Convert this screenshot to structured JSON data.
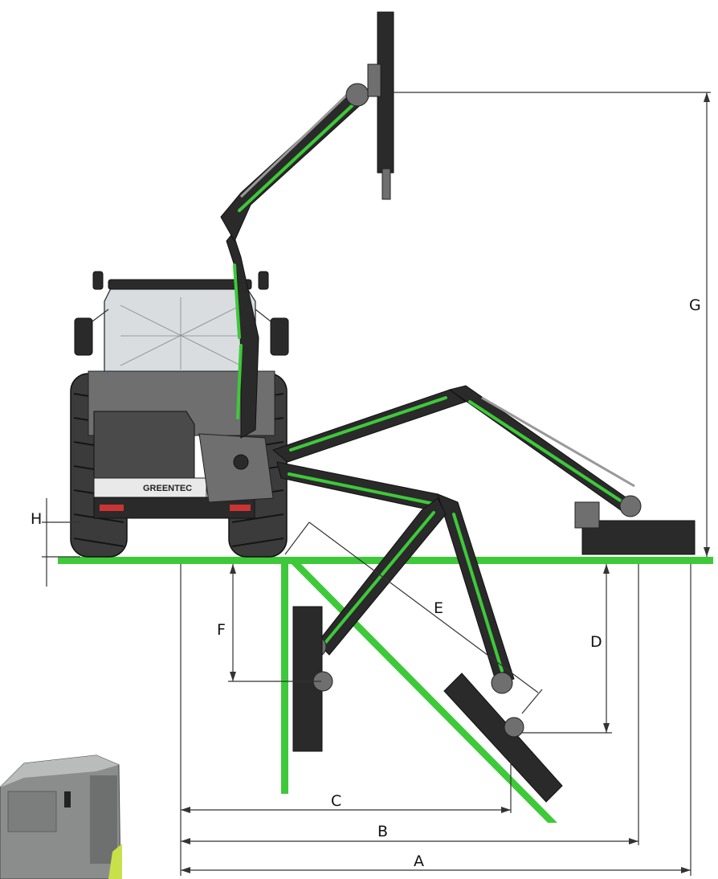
{
  "dimensions": {
    "A": "A",
    "B": "B",
    "C": "C",
    "D": "D",
    "E": "E",
    "F": "F",
    "G": "G",
    "H": "H"
  },
  "machine": {
    "brand_text": "GREENTEC"
  },
  "colors": {
    "ground_green": "#3ec93a",
    "arm_steel": "#2a2a2a",
    "dimension_lines": "#333333"
  },
  "icons": [
    "tractor-rear-view",
    "boom-arm",
    "flail-mower-head",
    "hydraulic-cylinder"
  ]
}
